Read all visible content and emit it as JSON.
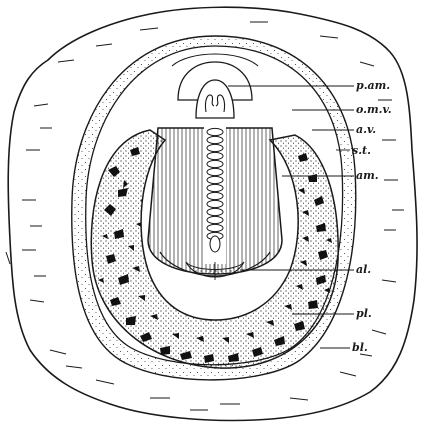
{
  "figure": {
    "labels": {
      "p_am": "p.am.",
      "o_m_v": "o.m.v.",
      "a_v": "a.v.",
      "s_t": "s.t.",
      "am": "am.",
      "al": "al.",
      "pl": "pl.",
      "bl": "bl."
    },
    "colors": {
      "ink": "#1a1a1a",
      "paper": "#ffffff"
    }
  }
}
